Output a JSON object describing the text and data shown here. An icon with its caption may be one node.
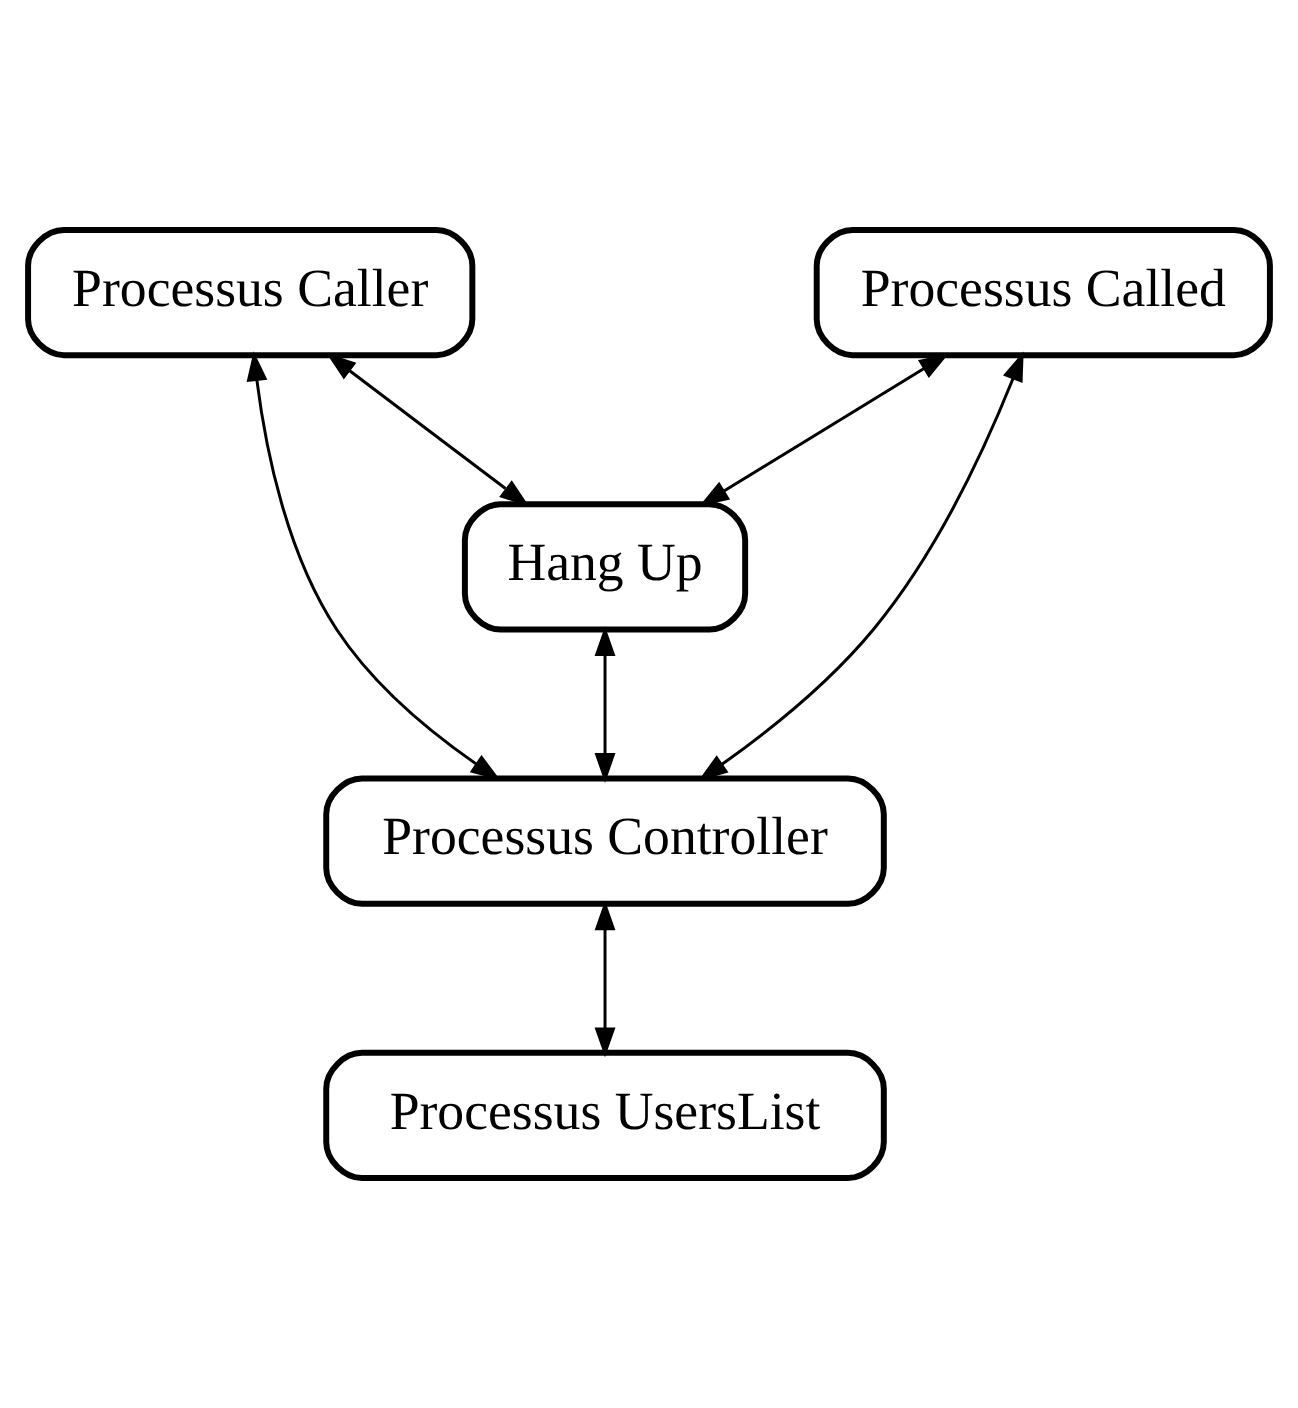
{
  "diagram": {
    "nodes": [
      {
        "text": [
          "Processus Caller"
        ]
      },
      {
        "text": [
          "Processus Called"
        ]
      },
      {
        "text": [
          "Hang Up"
        ]
      },
      {
        "text": [
          "Processus Controller"
        ]
      },
      {
        "text": [
          "Processus UsersList"
        ]
      }
    ],
    "edges": [
      {
        "from": 0,
        "to": 2,
        "arrow": "both"
      },
      {
        "from": 1,
        "to": 2,
        "arrow": "both"
      },
      {
        "from": 2,
        "to": 3,
        "arrow": "both"
      },
      {
        "from": 0,
        "to": 3,
        "arrow": "both"
      },
      {
        "from": 1,
        "to": 3,
        "arrow": "both"
      },
      {
        "from": 3,
        "to": 4,
        "arrow": "both"
      }
    ]
  }
}
